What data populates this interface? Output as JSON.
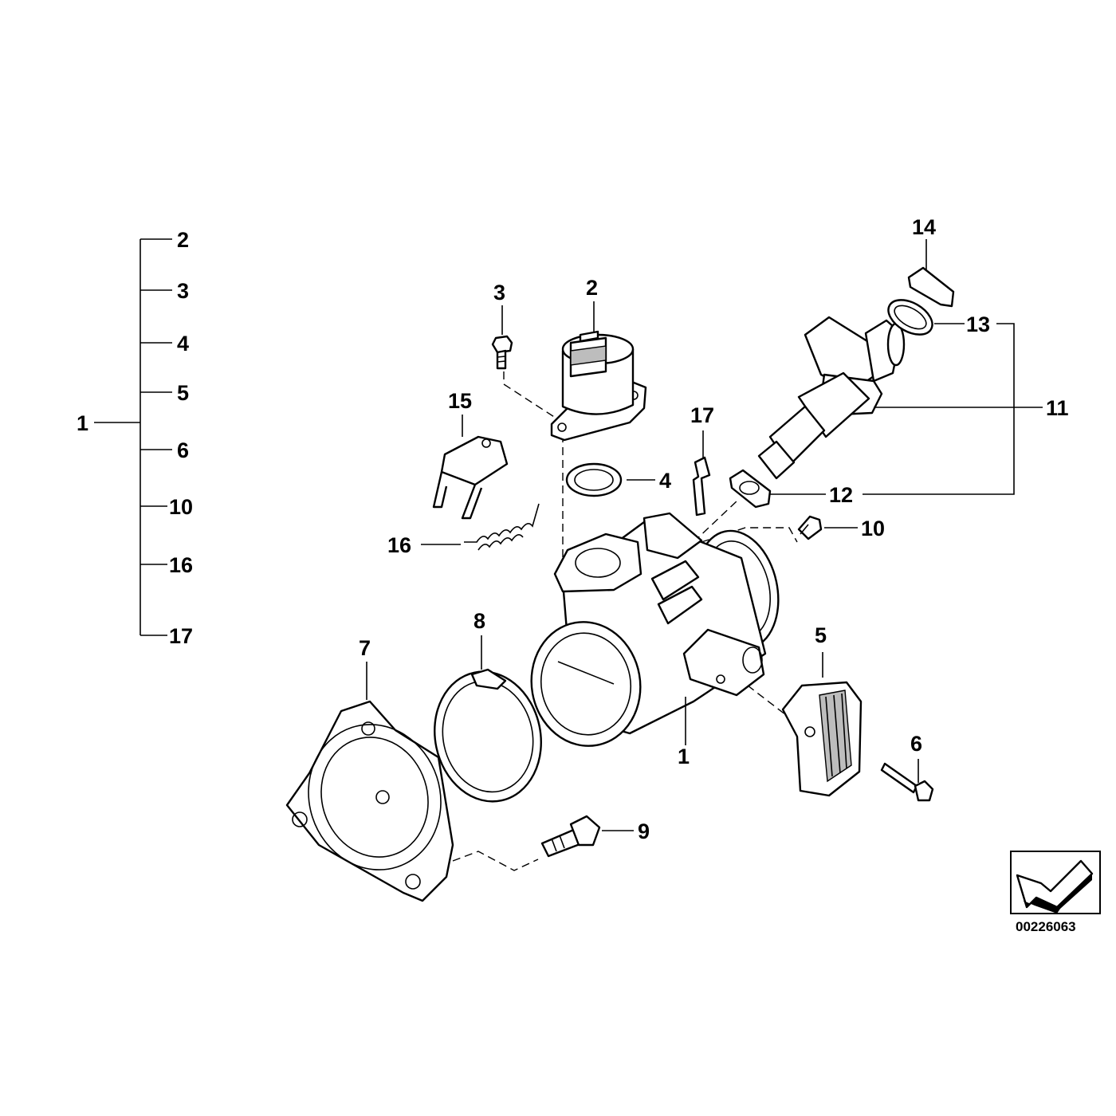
{
  "diagram_number": "00226063",
  "tree": {
    "root": "1",
    "children": [
      "2",
      "3",
      "4",
      "5",
      "6",
      "10",
      "16",
      "17"
    ]
  },
  "callouts": {
    "c1": "1",
    "c2": "2",
    "c3": "3",
    "c4": "4",
    "c5": "5",
    "c6": "6",
    "c7": "7",
    "c8": "8",
    "c9": "9",
    "c10": "10",
    "c11": "11",
    "c12": "12",
    "c13": "13",
    "c14": "14",
    "c15": "15",
    "c16": "16",
    "c17": "17"
  }
}
